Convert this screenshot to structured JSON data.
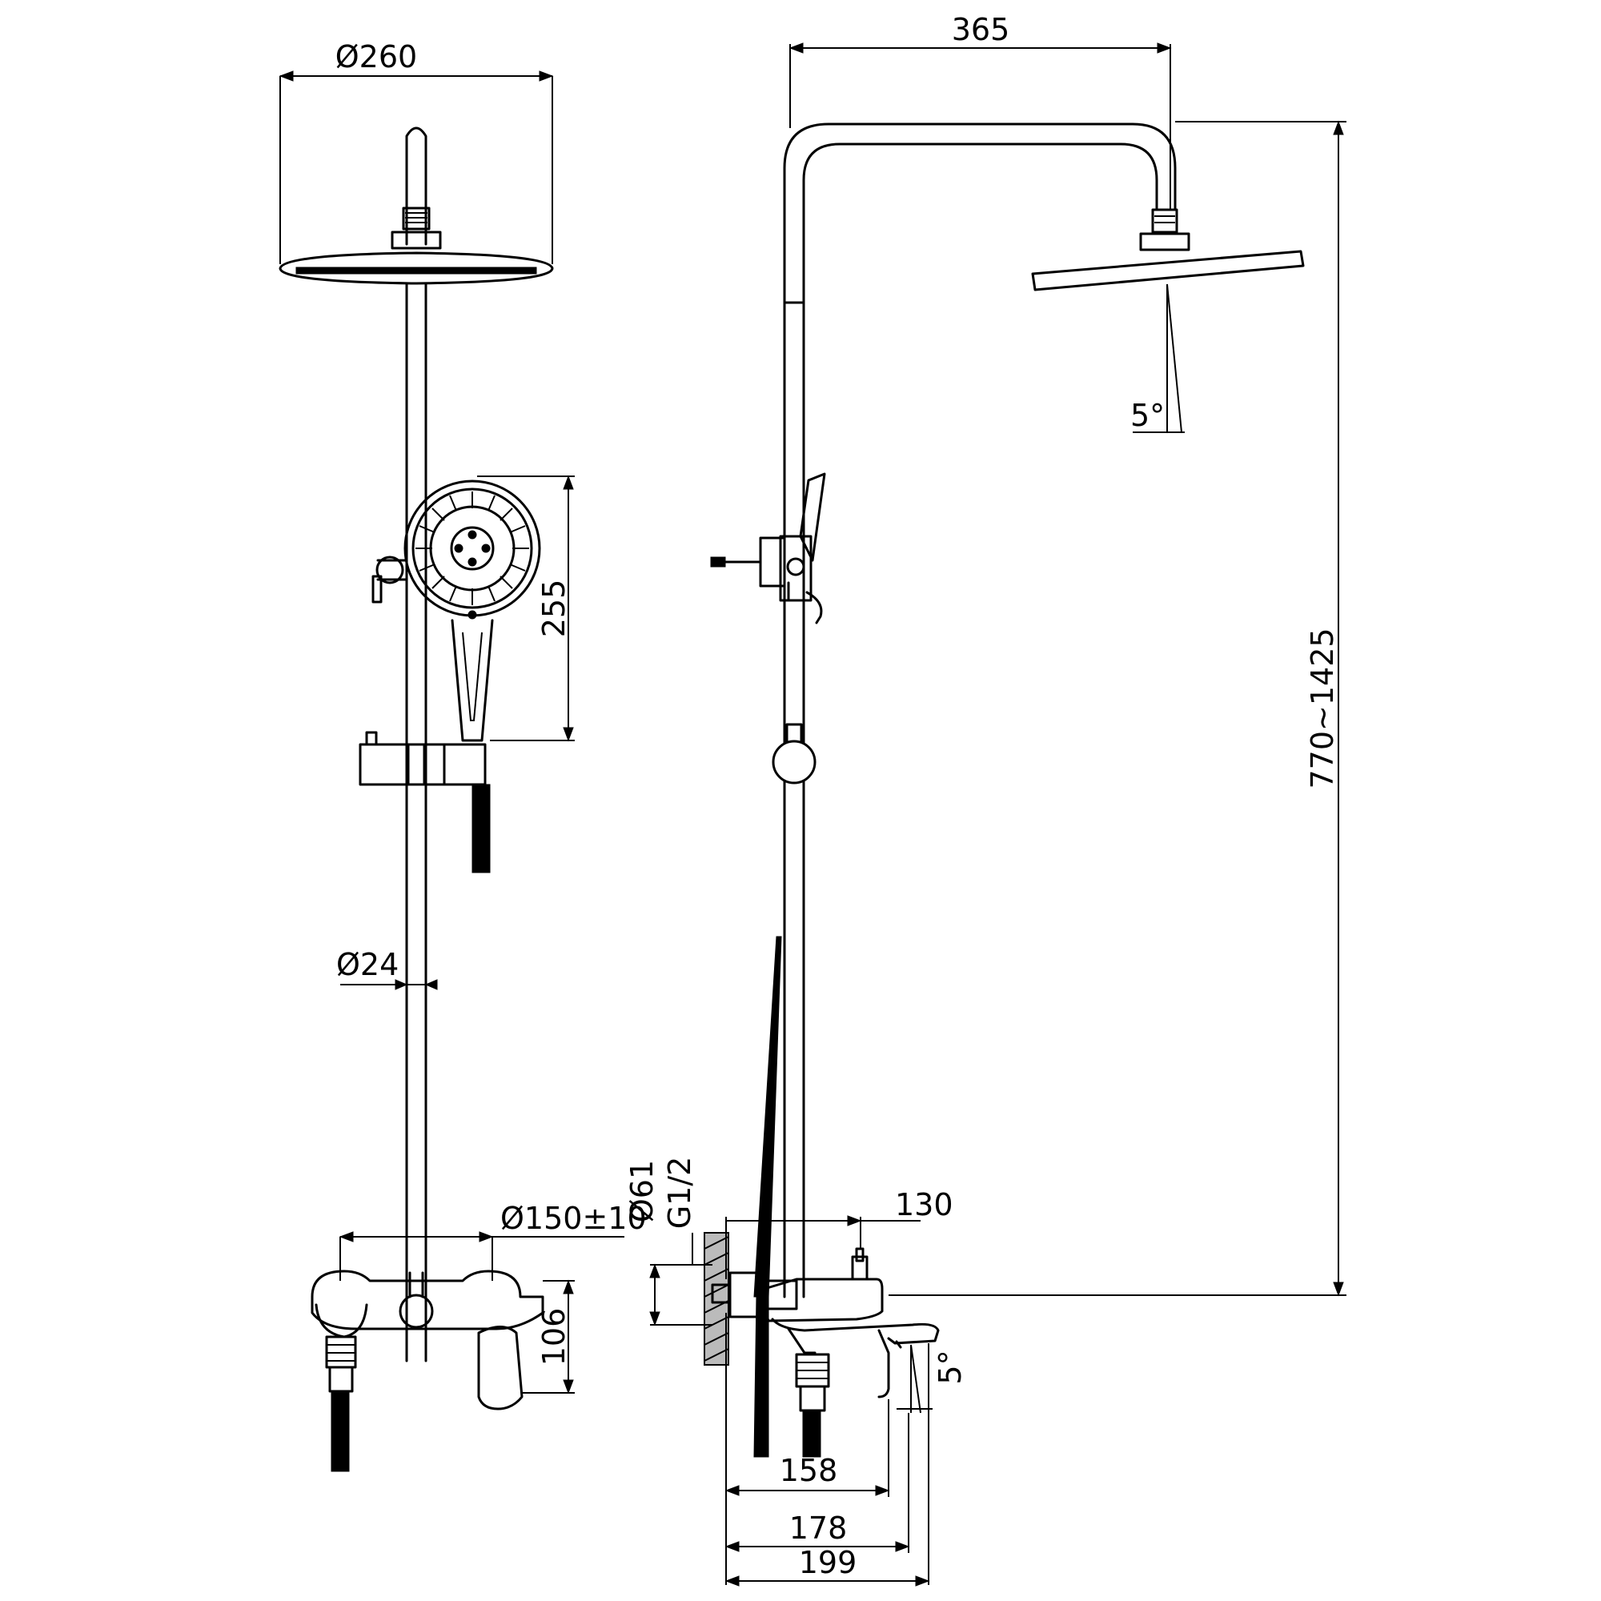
{
  "dimensions": {
    "front_head_diameter": "Ø260",
    "handshower_height": "255",
    "rail_diameter": "Ø24",
    "mixer_centers": "Ø150±10",
    "mixer_height": "106",
    "arm_reach": "365",
    "head_tilt": "5°",
    "height_range": "770~1425",
    "flange_diameter": "Ø61",
    "thread": "G1/2",
    "mixer_offset": "130",
    "spout_tilt": "5°",
    "depth_a": "158",
    "depth_b": "178",
    "depth_c": "199"
  }
}
